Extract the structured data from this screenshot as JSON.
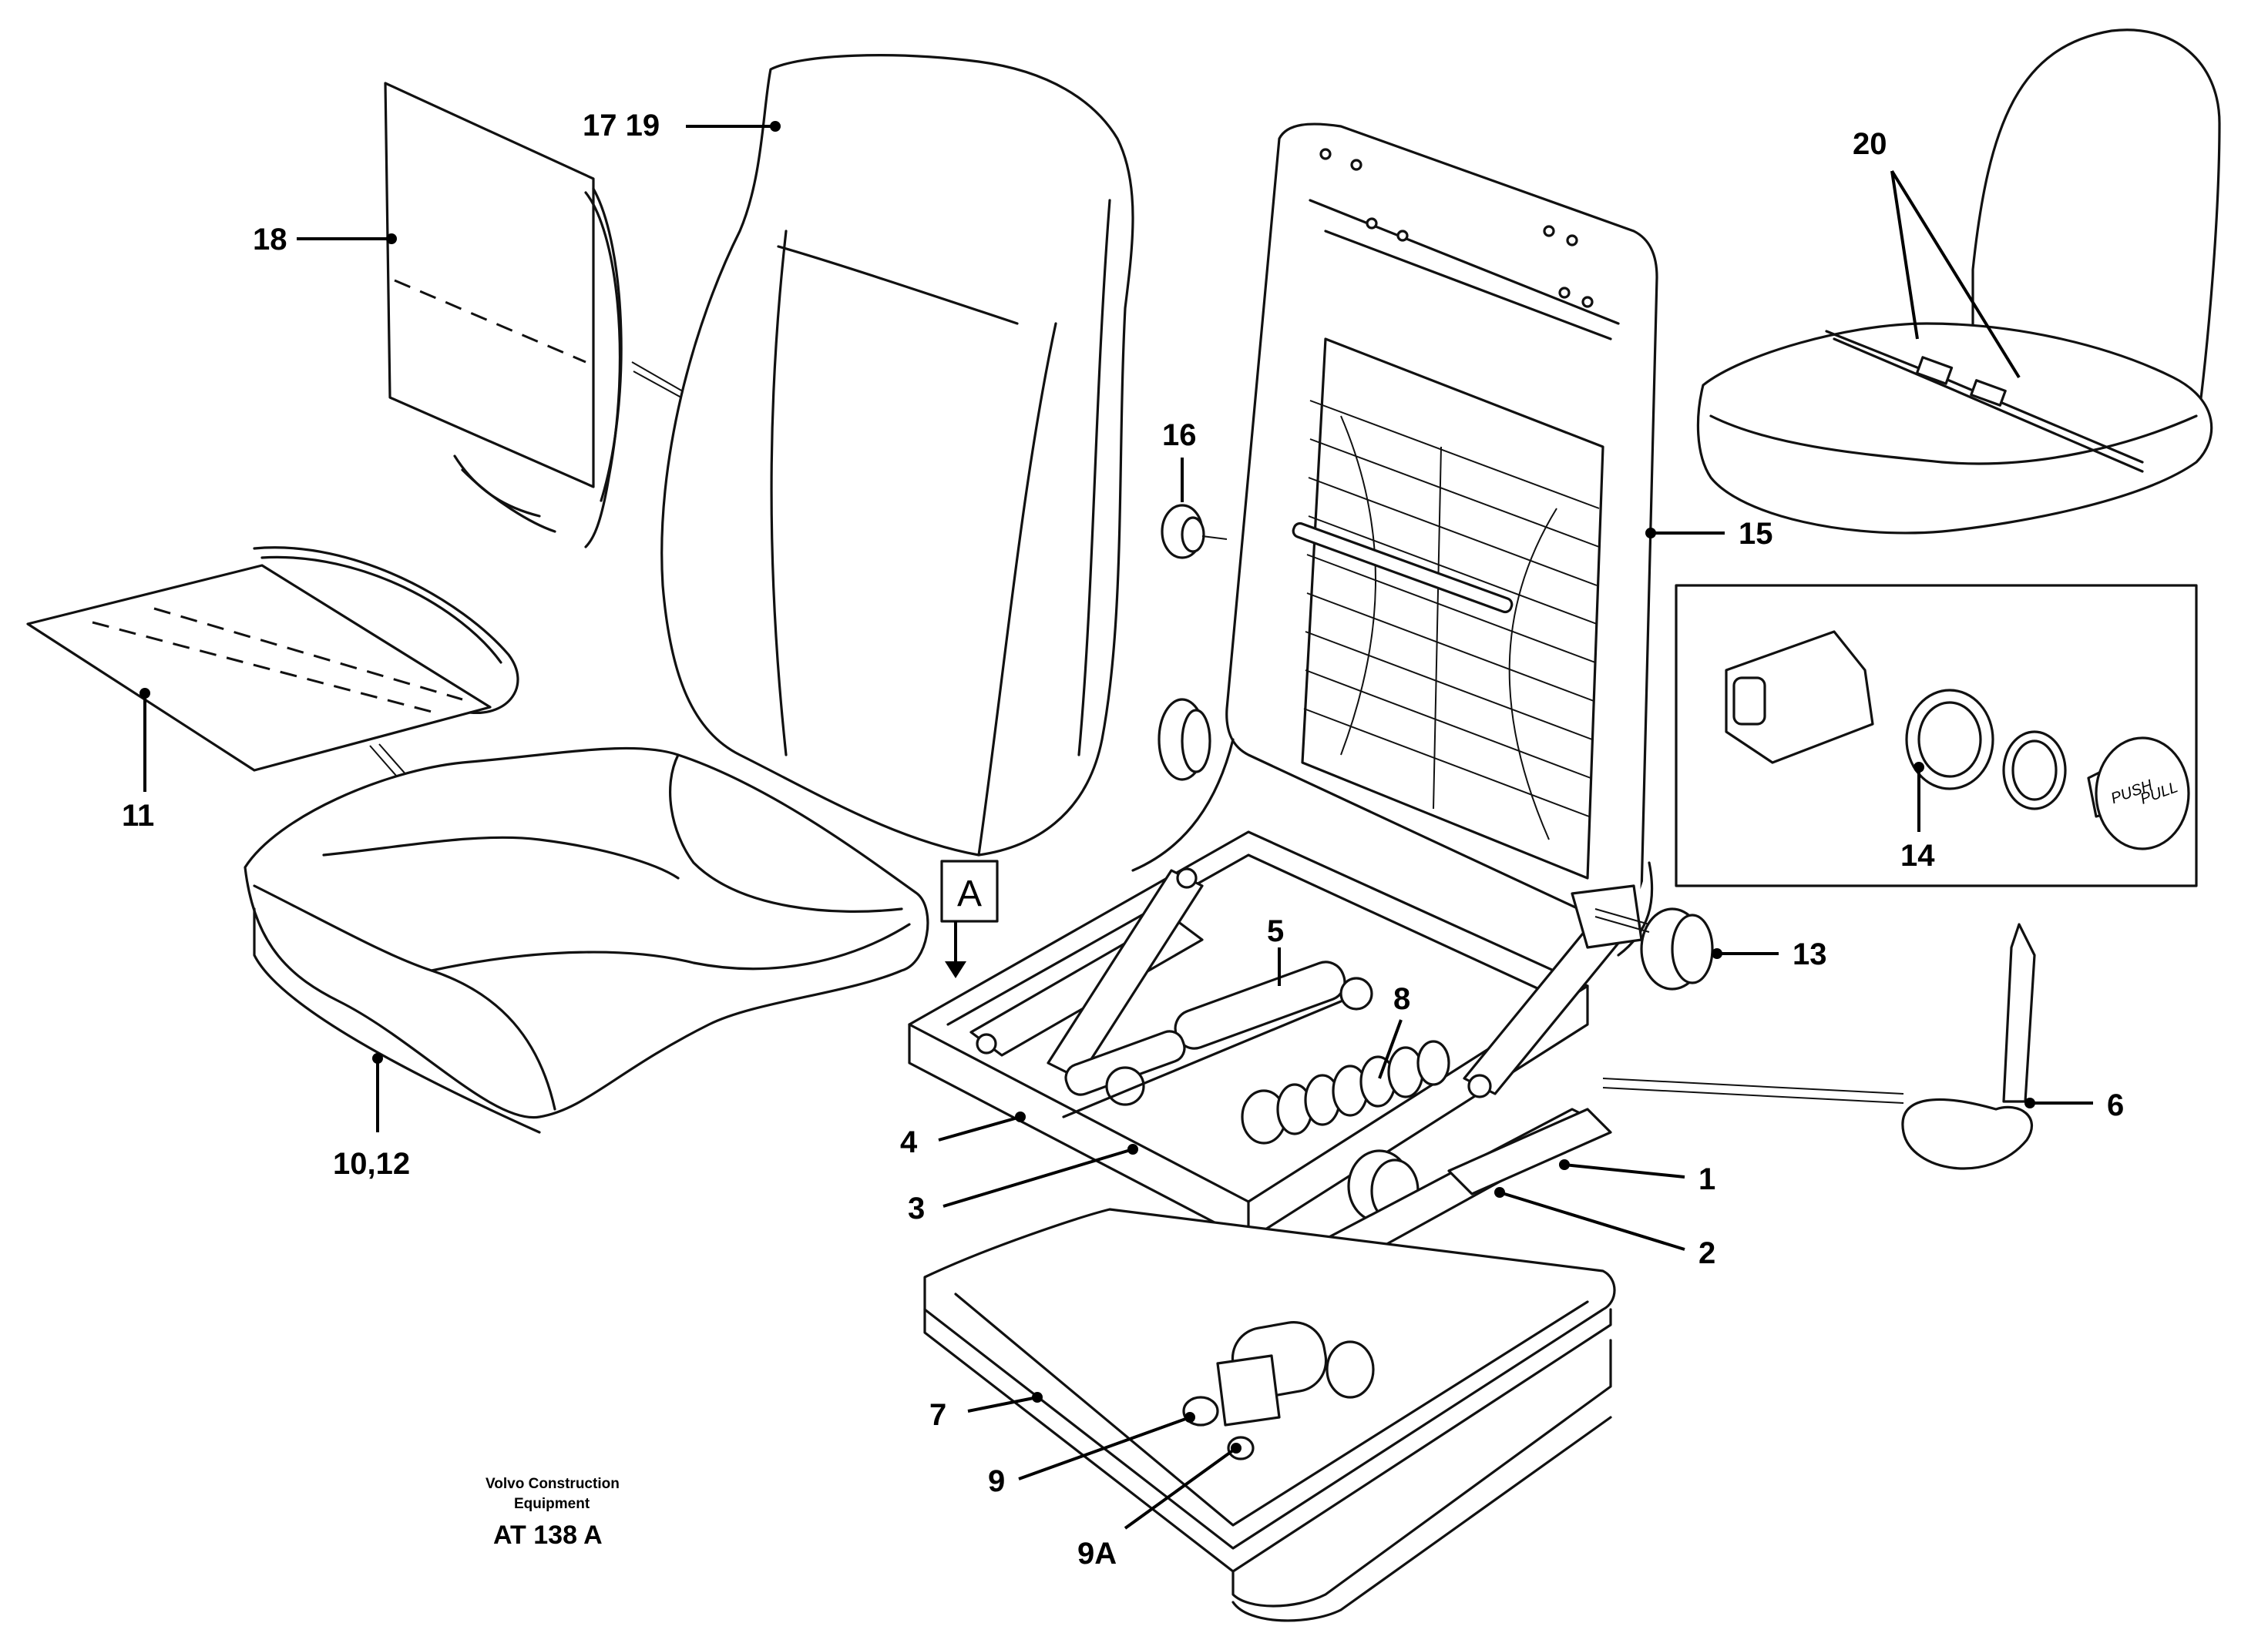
{
  "labels": {
    "l1": "1",
    "l2": "2",
    "l3": "3",
    "l4": "4",
    "l5": "5",
    "l6": "6",
    "l7": "7",
    "l8": "8",
    "l9": "9",
    "l9a": "9A",
    "l10_12": "10,12",
    "l11": "11",
    "l13": "13",
    "l14": "14",
    "l15": "15",
    "l16": "16",
    "l17_19": "17 19",
    "l18": "18",
    "l20": "20"
  },
  "view_marker": "A",
  "knob_text_push": "PUSH",
  "knob_text_pull": "PULL",
  "footer": {
    "company_line1": "Volvo Construction",
    "company_line2": "Equipment",
    "drawing_code": "AT 138 A"
  }
}
